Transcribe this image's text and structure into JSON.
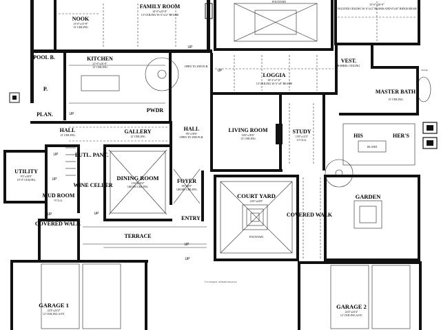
{
  "rooms": [
    {
      "id": "nook",
      "name": "NOOK",
      "dims": "13'-6\"x13'-8\"",
      "note": "13' CEILING"
    },
    {
      "id": "family",
      "name": "FAMILY ROOM",
      "dims": "24'-0\"x23'-0\"",
      "note": "13' CEILING W/ 6\"x12\" BEAMS"
    },
    {
      "id": "fountain_top",
      "name": "FOUNTAIN",
      "dims": "",
      "note": ""
    },
    {
      "id": "vaulted",
      "name": "",
      "dims": "23'-6\"x26'-0\"",
      "note": "VAULTED CEILING W/ 6\"x12\" BEAMS AND 6\"x16\" RIDGE BEAM"
    },
    {
      "id": "pool",
      "name": "POOL B.",
      "dims": "",
      "note": ""
    },
    {
      "id": "kitchen",
      "name": "KITCHEN",
      "dims": "21'-0\"x16'-0\"",
      "note": "13' CEILING"
    },
    {
      "id": "open_top",
      "name": "",
      "dims": "",
      "note": "OPEN TO 2ND FLR."
    },
    {
      "id": "loggia",
      "name": "LOGGIA",
      "dims": "39'-2\"x7'-0\"",
      "note": "13' CEILING W/ 6\"x8\" BEAMS"
    },
    {
      "id": "vest",
      "name": "VEST.",
      "dims": "",
      "note": "BARREL CEILING"
    },
    {
      "id": "master",
      "name": "MASTER BATH",
      "dims": "",
      "note": "13' CEILING"
    },
    {
      "id": "p",
      "name": "P.",
      "dims": "",
      "note": ""
    },
    {
      "id": "plan",
      "name": "PLAN.",
      "dims": "",
      "note": ""
    },
    {
      "id": "pwdr",
      "name": "PWDR",
      "dims": "",
      "note": ""
    },
    {
      "id": "hall1",
      "name": "HALL",
      "dims": "",
      "note": "12' CEILING"
    },
    {
      "id": "gallery",
      "name": "GALLERY",
      "dims": "",
      "note": "12' CEILING"
    },
    {
      "id": "hall2",
      "name": "HALL",
      "dims": "9'6\"x18'6\"",
      "note": "OPEN TO 2ND FLR."
    },
    {
      "id": "living",
      "name": "LIVING ROOM",
      "dims": "16'6\"x18'6\"",
      "note": "13' CEILING"
    },
    {
      "id": "study",
      "name": "STUDY",
      "dims": "13'0\"x13'5\"",
      "note": "13' CLG."
    },
    {
      "id": "his",
      "name": "HIS",
      "dims": "",
      "note": ""
    },
    {
      "id": "hers",
      "name": "HER'S",
      "dims": "",
      "note": ""
    },
    {
      "id": "island",
      "name": "ISLAND",
      "dims": "",
      "note": ""
    },
    {
      "id": "utility",
      "name": "UTILITY",
      "dims": "9'3\"x18'0\"",
      "note": "10'-0\" CEILING"
    },
    {
      "id": "butl",
      "name": "BUTL. PANT.",
      "dims": "",
      "note": ""
    },
    {
      "id": "wine",
      "name": "WINE CELLER",
      "dims": "",
      "note": ""
    },
    {
      "id": "dining",
      "name": "DINING ROOM",
      "dims": "15'6\"x18'0\"",
      "note": "GROIN CEILING"
    },
    {
      "id": "foyer",
      "name": "FOYER",
      "dims": "9'6\"x8'0\"",
      "note": "GROIN CEILING"
    },
    {
      "id": "courtyard",
      "name": "COURT YARD",
      "dims": "23'6\"x24'8\"",
      "note": ""
    },
    {
      "id": "fountain_court",
      "name": "FOUNTAIN",
      "dims": "",
      "note": ""
    },
    {
      "id": "garden",
      "name": "GARDEN",
      "dims": "",
      "note": ""
    },
    {
      "id": "mud",
      "name": "MUD ROOM",
      "dims": "",
      "note": "9' CLG."
    },
    {
      "id": "entry",
      "name": "ENTRY",
      "dims": "",
      "note": ""
    },
    {
      "id": "covered_walk_l",
      "name": "COVERED WALK",
      "dims": "",
      "note": ""
    },
    {
      "id": "covered_walk_r",
      "name": "COVERED WALK",
      "dims": "",
      "note": ""
    },
    {
      "id": "terrace",
      "name": "TERRACE",
      "dims": "",
      "note": ""
    },
    {
      "id": "garage1",
      "name": "GARAGE 1",
      "dims": "22'4\"x23'4\"",
      "note": "12' CEILING A.F.F."
    },
    {
      "id": "garage2",
      "name": "GARAGE 2",
      "dims": "22'4\"x23'4\"",
      "note": "12' CEILING A.F.F."
    }
  ],
  "markers": {
    "up": "UP",
    "niche": "NICHE"
  },
  "copyright": "© by Designer. All Rights Reserved"
}
